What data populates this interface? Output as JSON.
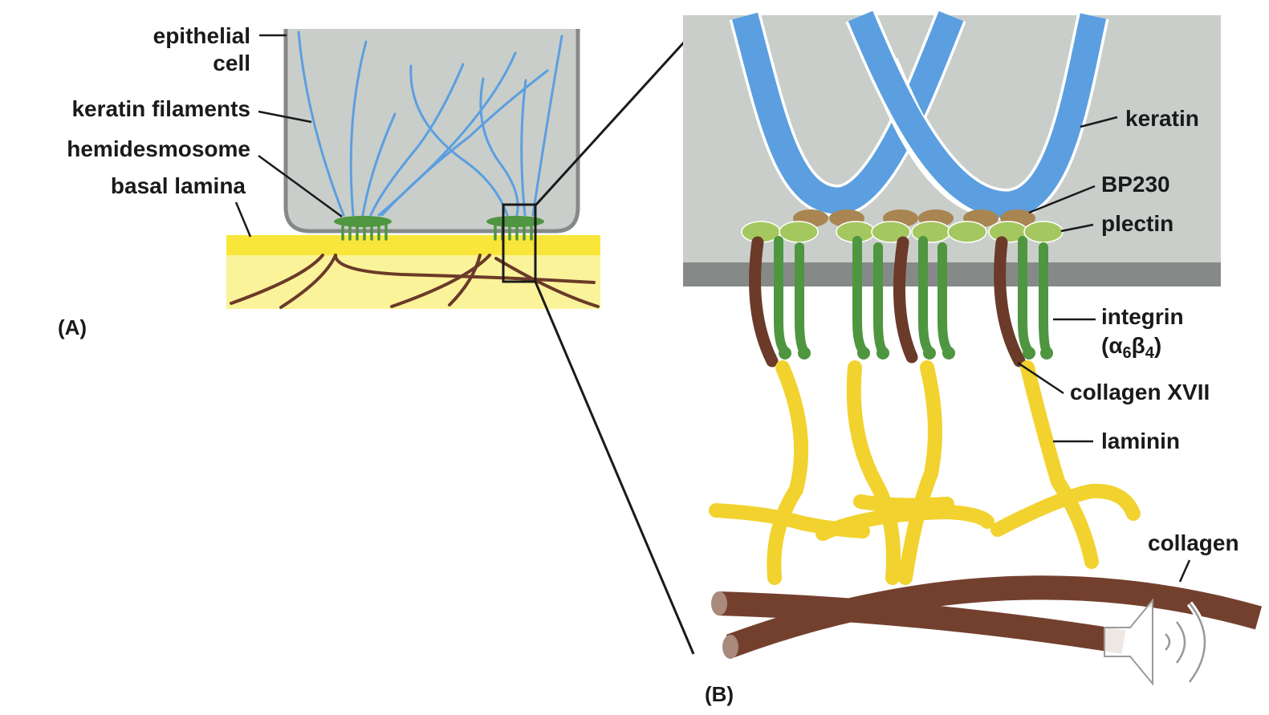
{
  "panel_a": {
    "panel_label": "(A)",
    "labels": {
      "epithelial_line1": "epithelial",
      "epithelial_line2": "cell",
      "keratin_filaments": "keratin filaments",
      "hemidesmosome": "hemidesmosome",
      "basal_lamina": "basal lamina"
    }
  },
  "panel_b": {
    "panel_label": "(B)",
    "labels": {
      "keratin": "keratin",
      "bp230": "BP230",
      "plectin": "plectin",
      "integrin": "integrin",
      "integrin_sub_open": "(α",
      "integrin_sub_6": "6",
      "integrin_sub_beta": "β",
      "integrin_sub_4": "4",
      "integrin_sub_close": ")",
      "collagen_xvii": "collagen XVII",
      "laminin": "laminin",
      "collagen": "collagen"
    }
  },
  "colors": {
    "cytoplasm": "#c9ceca",
    "membrane": "#858a88",
    "keratin": "#5b9fe0",
    "integrin": "#4e9640",
    "plectin": "#a5c75f",
    "bp230": "#a98552",
    "collagen_xvii": "#6b3a29",
    "laminin": "#f2d22e",
    "collagen": "#74402e",
    "lamina_top": "#f8e63a",
    "lamina_bottom": "#faf39a"
  },
  "icons": {
    "audio": "speaker-icon"
  }
}
